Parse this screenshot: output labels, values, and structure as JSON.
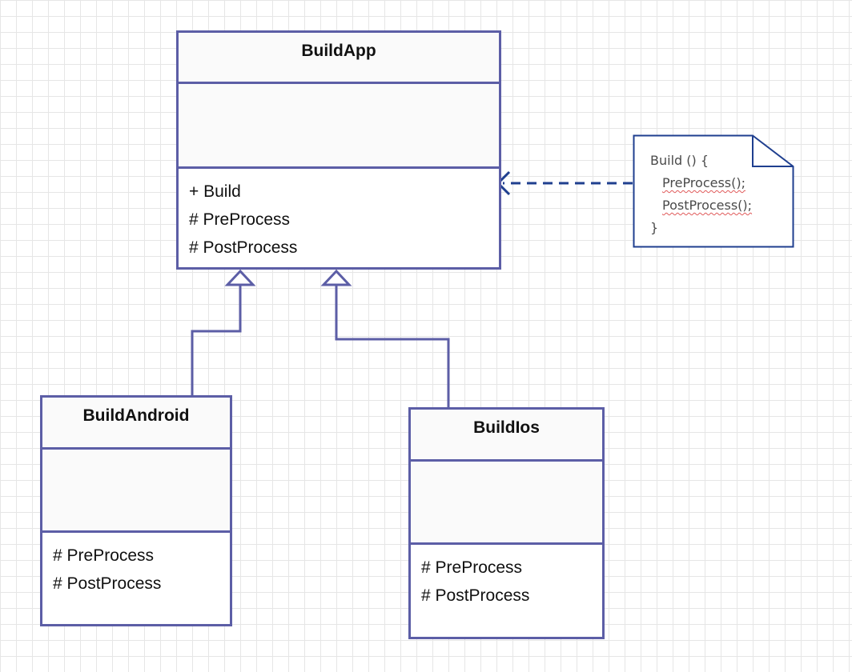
{
  "classes": {
    "build_app": {
      "name": "BuildApp",
      "operations": [
        "+ Build",
        "# PreProcess",
        "# PostProcess"
      ]
    },
    "build_android": {
      "name": "BuildAndroid",
      "operations": [
        "# PreProcess",
        "# PostProcess"
      ]
    },
    "build_ios": {
      "name": "BuildIos",
      "operations": [
        "# PreProcess",
        "# PostProcess"
      ]
    }
  },
  "note": {
    "lines": [
      "Build () {",
      "PreProcess();",
      "PostProcess();",
      "}"
    ]
  },
  "colors": {
    "class_border": "#5c5ea6",
    "note_border": "#1f3f8f",
    "dependency_arrow": "#1f3f8f",
    "spellcheck_underline": "#e05a5a",
    "grid": "#e6e6e6"
  }
}
